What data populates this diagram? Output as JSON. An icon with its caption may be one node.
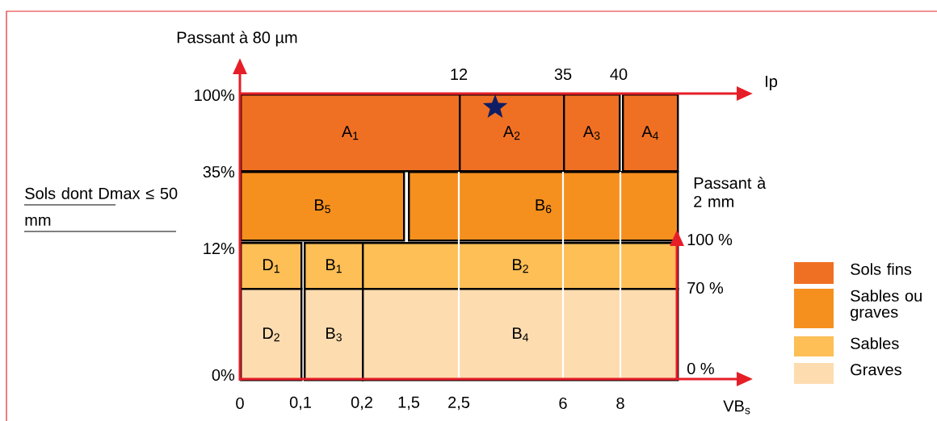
{
  "diagram": {
    "nodes": [
      {
        "text": [
          "A$_{1}$"
        ]
      },
      {
        "text": [
          "A$_{2}$"
        ]
      },
      {
        "text": [
          "A$_{3}$"
        ]
      },
      {
        "text": [
          "A$_{4}$"
        ]
      },
      {
        "text": [
          "B$_{5}$"
        ]
      },
      {
        "text": [
          "B$_{6}$"
        ]
      },
      {
        "text": [
          "D$_{1}$"
        ]
      },
      {
        "text": [
          "B$_{1}$"
        ]
      },
      {
        "text": [
          "B$_{2}$"
        ]
      },
      {
        "text": [
          "D$_{2}$"
        ]
      },
      {
        "text": [
          "B$_{3}$"
        ]
      },
      {
        "text": [
          "B$_{4}$"
        ]
      }
    ],
    "labels": [
      "Passant à 80 µm",
      "12",
      "35",
      "40",
      "Ip",
      "100%",
      "35%",
      "Sols dont Dmax ≤ 50 mm",
      "Passant à 2 mm",
      "12%",
      "100 %",
      "70 %",
      "0%",
      "0 %",
      "0",
      "0,1",
      "0,2",
      "1,5",
      "2,5",
      "6",
      "8",
      "VB$_{s}$"
    ],
    "legend": [
      {
        "text": "Sols fins",
        "color": "#f07023"
      },
      {
        "text": "Sables ou graves",
        "color": "#f5901e"
      },
      {
        "text": "Sables",
        "color": "#fdbf56"
      },
      {
        "text": "Graves",
        "color": "#fddcb0"
      }
    ]
  }
}
